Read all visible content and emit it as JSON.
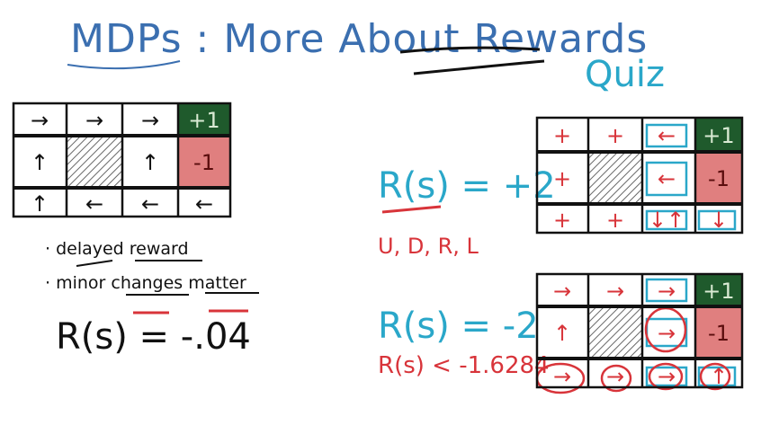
{
  "title": "MDPs : More About Rewards",
  "quiz_label": "Quiz",
  "left_grid": {
    "cells": [
      "→",
      "→",
      "→",
      "+1",
      "↑",
      "",
      "↑",
      "-1",
      "↑",
      "←",
      "←",
      "←"
    ]
  },
  "notes": {
    "bullet1": "· delayed reward",
    "bullet2": "· minor changes matter"
  },
  "left_reward": "R(s) = -.04",
  "quiz1": {
    "reward": "R(s) = +2",
    "answer_key": "U, D, R, L",
    "cells": [
      "+",
      "+",
      "←",
      "+1",
      "+",
      "",
      "←",
      "-1",
      "+",
      "+",
      "↓↑",
      "↓"
    ]
  },
  "quiz2": {
    "reward": "R(s) = -2",
    "bound": "R(s) < -1.6284",
    "cells": [
      "→",
      "→",
      "→",
      "+1",
      "↑",
      "",
      "→",
      "-1",
      "→",
      "→",
      "→",
      "↑"
    ]
  },
  "colors": {
    "title_blue": "#3b6fb0",
    "cyan": "#2aa7c9",
    "red": "#d8343a",
    "goal_green": "#1f5a2c",
    "pit_red": "#e07f7f"
  }
}
